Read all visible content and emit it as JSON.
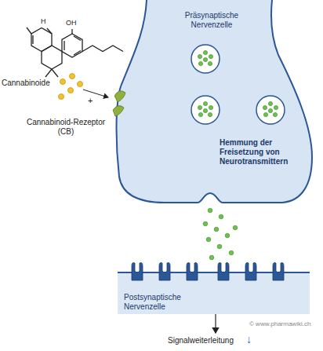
{
  "diagram": {
    "nodes": [
      {
        "text": [
          "Präsynaptische Nervenzelle"
        ]
      },
      {
        "text": [
          "Postsynaptische Nervenzelle"
        ]
      }
    ],
    "labels": [
      "OH",
      "H",
      "Cannabinoide",
      "+",
      "Cannabinoid-Rezeptor (CB)",
      "Hemmung der Freisetzung von Neurotransmittern",
      "Signalweiterleitung",
      "↓",
      "© www.pharmawiki.ch"
    ]
  }
}
